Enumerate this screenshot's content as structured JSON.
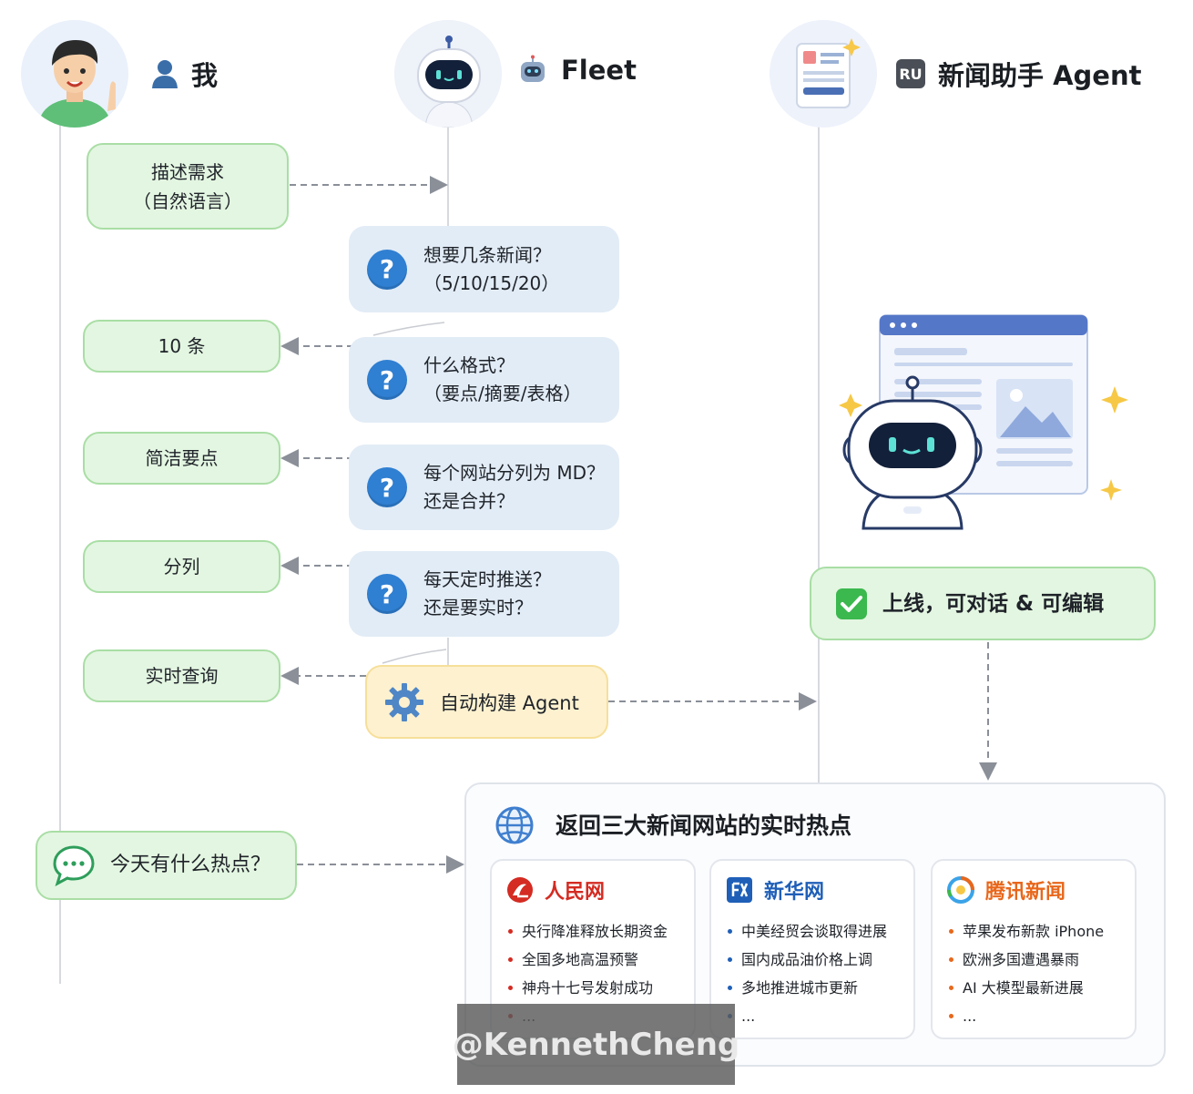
{
  "actors": {
    "me": {
      "label": "我"
    },
    "fleet": {
      "label": "Fleet"
    },
    "agent": {
      "badge": "RU",
      "label": "新闻助手 Agent"
    }
  },
  "user_steps": {
    "describe_need": [
      "描述需求",
      "（自然语言）"
    ],
    "count": "10 条",
    "format": "简洁要点",
    "split": "分列",
    "realtime": "实时查询",
    "query": "今天有什么热点？"
  },
  "fleet_questions": [
    {
      "line1": "想要几条新闻？",
      "line2": "（5/10/15/20）"
    },
    {
      "line1": "什么格式？",
      "line2": "（要点/摘要/表格）"
    },
    {
      "line1": "每个网站分列为 MD？",
      "line2": "还是合并？"
    },
    {
      "line1": "每天定时推送？",
      "line2": "还是要实时？"
    }
  ],
  "auto_build": "自动构建 Agent",
  "online": "上线，可对话 & 可编辑",
  "result": {
    "title": "返回三大新闻网站的实时热点",
    "sites": [
      {
        "name": "人民网",
        "color": "#d42b22",
        "dot": "#d42b22",
        "items": [
          "央行降准释放长期资金",
          "全国多地高温预警",
          "神舟十七号发射成功",
          "..."
        ]
      },
      {
        "name": "新华网",
        "color": "#1f5fb8",
        "dot": "#1f5fb8",
        "items": [
          "中美经贸会谈取得进展",
          "国内成品油价格上调",
          "多地推进城市更新",
          "..."
        ]
      },
      {
        "name": "腾讯新闻",
        "color": "#e8671b",
        "dot": "#e8671b",
        "items": [
          "苹果发布新款 iPhone",
          "欧洲多国遭遇暴雨",
          "AI 大模型最新进展",
          "..."
        ]
      }
    ]
  },
  "watermark": "@KennethCheng"
}
